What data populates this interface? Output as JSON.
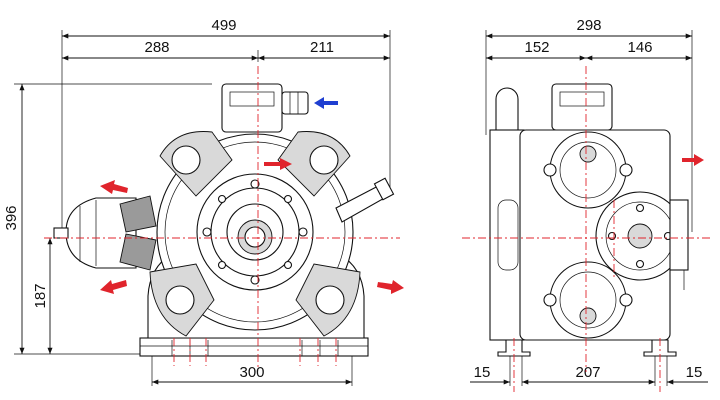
{
  "front_view": {
    "dim_overall_width": "499",
    "dim_left_part": "288",
    "dim_right_part": "211",
    "dim_overall_height": "396",
    "dim_axis_height": "187",
    "dim_base_width": "300"
  },
  "side_view": {
    "dim_overall_depth": "298",
    "dim_left_part": "152",
    "dim_right_part": "146",
    "dim_foot_left": "15",
    "dim_foot_span": "207",
    "dim_foot_right": "15"
  },
  "colors": {
    "inlet_arrow": "#1f3fd1",
    "outlet_arrow": "#e0242c",
    "center_line": "#e0242c"
  }
}
